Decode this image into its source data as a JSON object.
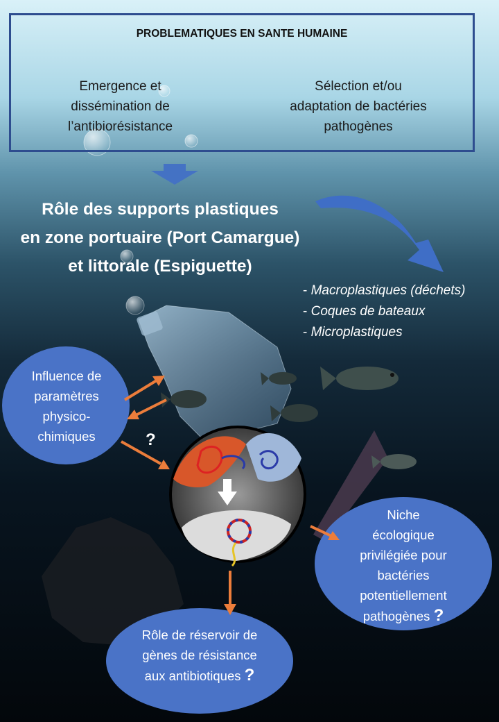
{
  "header_box": {
    "title": "PROBLEMATIQUES EN SANTE HUMAINE",
    "left_lines": [
      "Emergence et",
      "dissémination de",
      "l’antibiorésistance"
    ],
    "right_lines": [
      "Sélection et/ou",
      "adaptation de bactéries",
      "pathogènes"
    ]
  },
  "main_title_lines": [
    "Rôle des supports plastiques",
    "en zone portuaire (Port Camargue)",
    "et littorale (Espiguette)"
  ],
  "plastic_types": {
    "dash": "- ",
    "items": [
      "Macroplastiques (déchets)",
      "Coques de bateaux",
      "Microplastiques"
    ]
  },
  "bubbles": {
    "influence_lines": [
      "Influence de",
      "paramètres",
      "physico-",
      "chimiques"
    ],
    "niche_lines": [
      "Niche",
      "écologique",
      "privilégiée pour",
      "bactéries",
      "potentiellement"
    ],
    "niche_last": "pathogènes",
    "reservoir_lines": [
      "Rôle de réservoir de",
      "gènes de résistance"
    ],
    "reservoir_last": "aux antibiotiques"
  },
  "question_mark": "?",
  "colors": {
    "box_border": "#2e4d8f",
    "bubble_fill": "#4a73c7",
    "arrow_orange": "#ec7d3b",
    "arrow_blue": "#3f6ec6"
  }
}
